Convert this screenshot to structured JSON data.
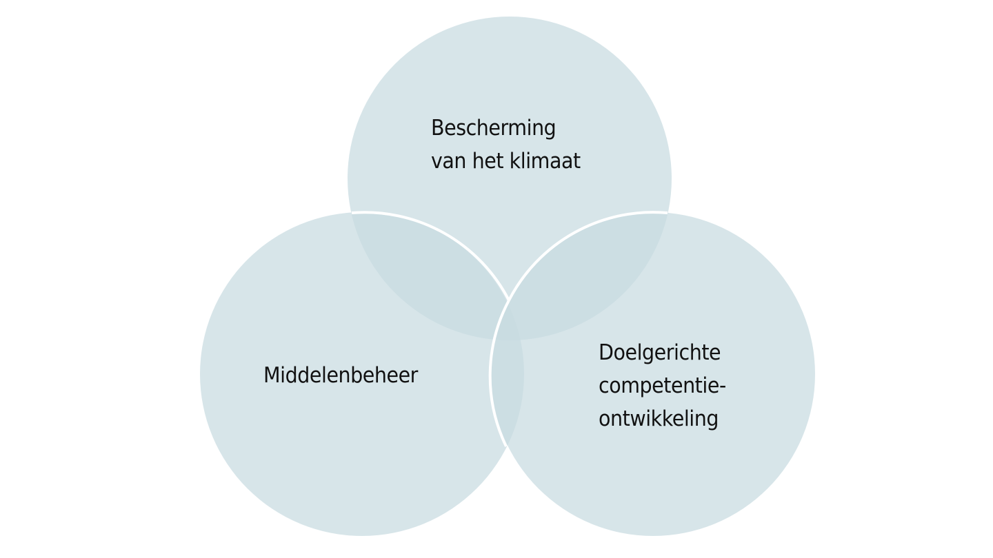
{
  "diagram": {
    "circles": [
      {
        "id": "top",
        "lines": [
          "Bescherming",
          "van het klimaat"
        ]
      },
      {
        "id": "left",
        "lines": [
          "Middelenbeheer"
        ]
      },
      {
        "id": "right",
        "lines": [
          "Doelgerichte",
          "competentie-",
          "ontwikkeling"
        ]
      }
    ],
    "colors": {
      "circle_fill": "#c7dbe0",
      "outline": "#ffffff",
      "text": "#111111",
      "background": "#ffffff"
    }
  }
}
